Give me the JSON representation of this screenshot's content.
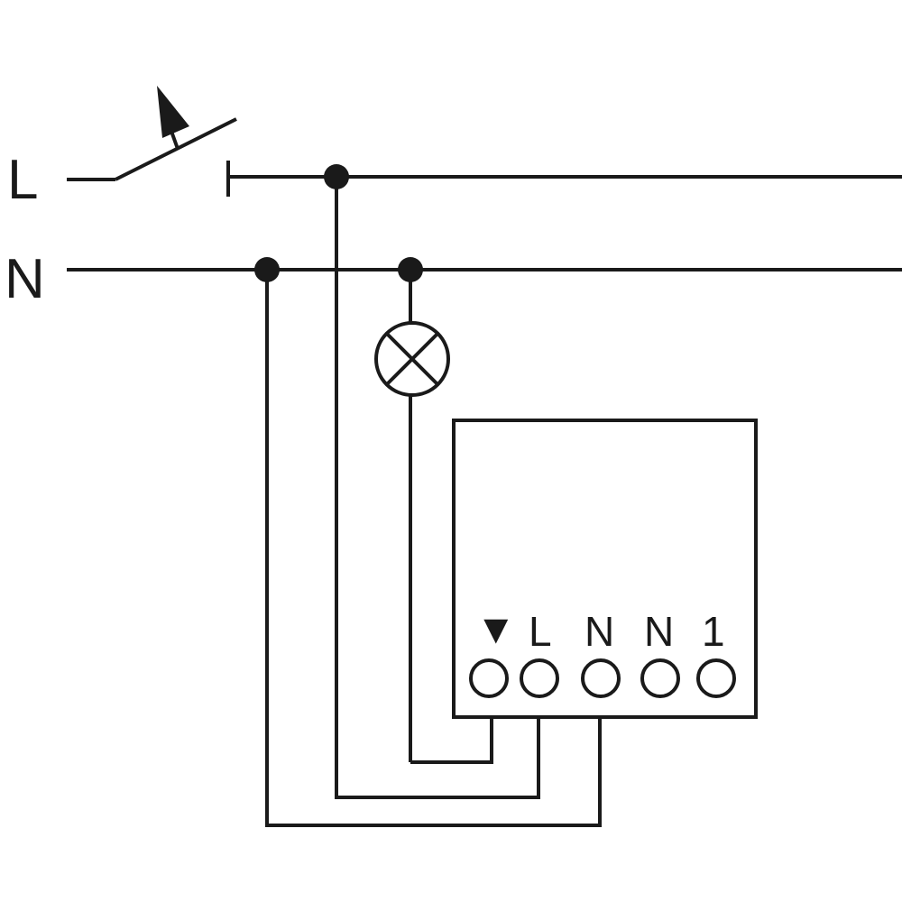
{
  "diagram": {
    "line_labels": {
      "live": "L",
      "neutral": "N"
    },
    "terminal_labels": [
      "L",
      "N",
      "N",
      "1"
    ],
    "terminal_marker": "▼",
    "colors": {
      "ink": "#1a1a1a",
      "background": "#ffffff"
    },
    "icons": {
      "switch": "pushbutton-switch-icon",
      "lamp": "lamp-icon",
      "device": "switching-device"
    }
  }
}
